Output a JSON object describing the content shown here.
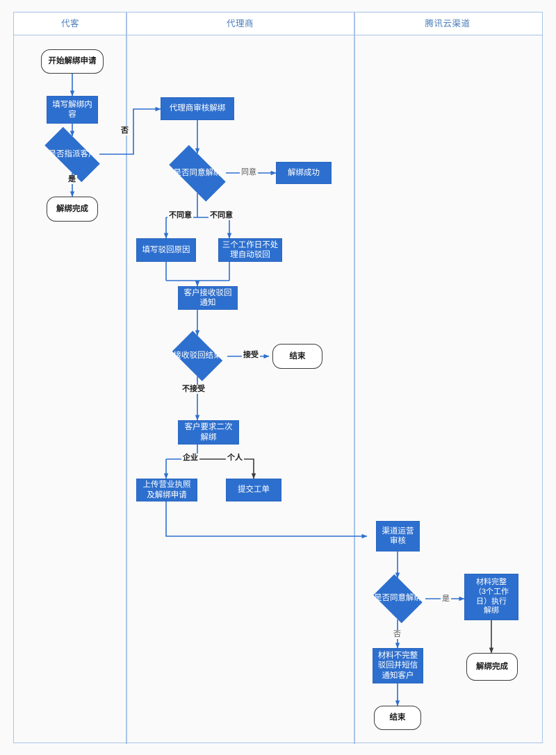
{
  "lanes": [
    {
      "id": "customer",
      "label": "代客"
    },
    {
      "id": "agent",
      "label": "代理商"
    },
    {
      "id": "tencent",
      "label": "腾讯云渠道"
    }
  ],
  "colors": {
    "process_fill": "#2d6fce",
    "process_text": "#ffffff",
    "terminator_border": "#3c3c3c",
    "lane_border": "#a8c3e8",
    "lane_header_text": "#4a7ebc",
    "connector_blue": "#2d6fce",
    "connector_dark": "#3c3c3c",
    "page_background": "#fafafa"
  },
  "nodes": {
    "start_apply": {
      "label": "开始解绑申请",
      "shape": "terminator",
      "lane": "customer"
    },
    "fill_unbind": {
      "label": "填写解绑内容",
      "shape": "process",
      "lane": "customer"
    },
    "assign_customer": {
      "label": "是否指派客户",
      "shape": "decision",
      "lane": "customer"
    },
    "unbind_done_left": {
      "label": "解绑完成",
      "shape": "terminator",
      "lane": "customer"
    },
    "agent_review": {
      "label": "代理商审核解绑",
      "shape": "process",
      "lane": "agent"
    },
    "agree_unbind": {
      "label": "是否同意解绑",
      "shape": "decision",
      "lane": "agent"
    },
    "unbind_success": {
      "label": "解绑成功",
      "shape": "process",
      "lane": "agent"
    },
    "fill_reject_reason": {
      "label": "填写驳回原因",
      "shape": "process",
      "lane": "agent"
    },
    "auto_reject_3days": {
      "label": "三个工作日不处理自动驳回",
      "shape": "process",
      "lane": "agent"
    },
    "customer_notice": {
      "label": "客户接收驳回通知",
      "shape": "process",
      "lane": "agent"
    },
    "accept_result": {
      "label": "接收驳回结果",
      "shape": "decision",
      "lane": "agent"
    },
    "end_agent": {
      "label": "结束",
      "shape": "terminator",
      "lane": "agent"
    },
    "second_unbind": {
      "label": "客户要求二次解绑",
      "shape": "process",
      "lane": "agent"
    },
    "upload_license": {
      "label": "上传营业执照及解绑申请",
      "shape": "process",
      "lane": "agent"
    },
    "submit_ticket": {
      "label": "提交工单",
      "shape": "process",
      "lane": "agent"
    },
    "channel_review": {
      "label": "渠道运营审核",
      "shape": "process",
      "lane": "tencent"
    },
    "agree_unbind_2": {
      "label": "是否同意解绑",
      "shape": "decision",
      "lane": "tencent"
    },
    "materials_ok": {
      "label": "材料完整（3个工作日）执行解绑",
      "shape": "process",
      "lane": "tencent"
    },
    "materials_bad": {
      "label": "材料不完整驳回并短信通知客户",
      "shape": "process",
      "lane": "tencent"
    },
    "end_tencent": {
      "label": "结束",
      "shape": "terminator",
      "lane": "tencent"
    },
    "unbind_done_right": {
      "label": "解绑完成",
      "shape": "terminator",
      "lane": "tencent"
    }
  },
  "node_lines": {
    "start_apply": [
      "开始解绑申请"
    ],
    "fill_unbind": [
      "填写解绑内",
      "容"
    ],
    "unbind_done_left": [
      "解绑完成"
    ],
    "agent_review": [
      "代理商审核解绑"
    ],
    "unbind_success": [
      "解绑成功"
    ],
    "fill_reject_reason": [
      "填写驳回原因"
    ],
    "auto_reject_3days": [
      "三个工作日不处",
      "理自动驳回"
    ],
    "customer_notice": [
      "客户接收驳回",
      "通知"
    ],
    "end_agent": [
      "结束"
    ],
    "second_unbind": [
      "客户要求二次",
      "解绑"
    ],
    "upload_license": [
      "上传营业执照",
      "及解绑申请"
    ],
    "submit_ticket": [
      "提交工单"
    ],
    "channel_review": [
      "渠道运营",
      "审核"
    ],
    "materials_ok": [
      "材料完整",
      "（3个工作",
      "日）执行",
      "解绑"
    ],
    "materials_bad": [
      "材料不完整",
      "驳回并短信",
      "通知客户"
    ],
    "end_tencent": [
      "结束"
    ],
    "unbind_done_right": [
      "解绑完成"
    ]
  },
  "edge_labels": {
    "assign_no": "否",
    "assign_yes": "是",
    "agree_yes": "同意",
    "disagree_left": "不同意",
    "disagree_right": "不同意",
    "accept": "接受",
    "not_accept": "不接受",
    "enterprise": "企业",
    "personal": "个人",
    "review_yes": "是",
    "review_no": "否"
  }
}
